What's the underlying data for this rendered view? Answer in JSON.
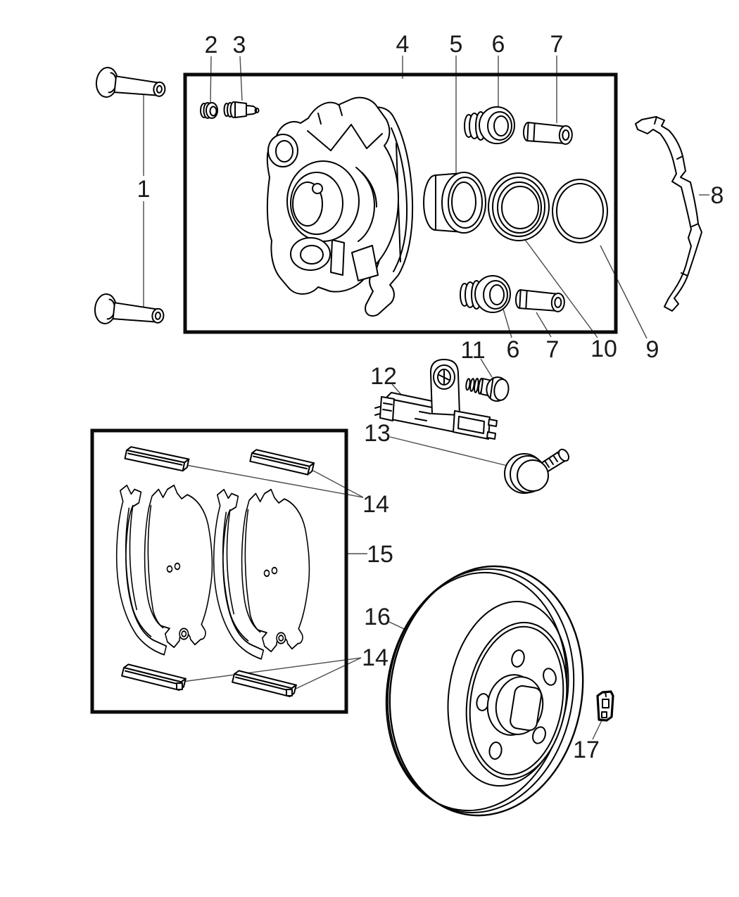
{
  "diagram": {
    "type": "exploded-parts-diagram",
    "subject": "disc-brake-assembly",
    "colors": {
      "background": "#ffffff",
      "line": "#000000",
      "leader": "#4a4a4a",
      "label": "#1a1a1a"
    },
    "callouts": [
      {
        "id": "c2",
        "label": "2"
      },
      {
        "id": "c3",
        "label": "3"
      },
      {
        "id": "c4",
        "label": "4"
      },
      {
        "id": "c5",
        "label": "5"
      },
      {
        "id": "c6t",
        "label": "6"
      },
      {
        "id": "c7t",
        "label": "7"
      },
      {
        "id": "c1",
        "label": "1"
      },
      {
        "id": "c8",
        "label": "8"
      },
      {
        "id": "c11",
        "label": "11"
      },
      {
        "id": "c6b",
        "label": "6"
      },
      {
        "id": "c7b",
        "label": "7"
      },
      {
        "id": "c10",
        "label": "10"
      },
      {
        "id": "c9",
        "label": "9"
      },
      {
        "id": "c12",
        "label": "12"
      },
      {
        "id": "c13",
        "label": "13"
      },
      {
        "id": "c14t",
        "label": "14"
      },
      {
        "id": "c15",
        "label": "15"
      },
      {
        "id": "c16",
        "label": "16"
      },
      {
        "id": "c14b",
        "label": "14"
      },
      {
        "id": "c17",
        "label": "17"
      }
    ]
  }
}
